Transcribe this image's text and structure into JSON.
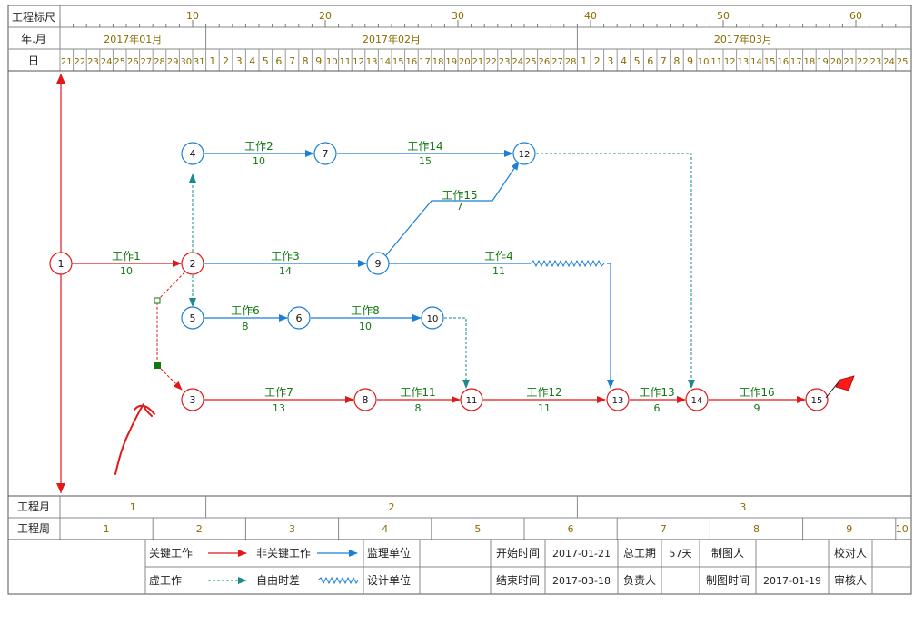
{
  "colors": {
    "critical": "#e01818",
    "noncritical": "#1a7fd6",
    "float": "#1a8a8a",
    "label_green": "#117711",
    "ruler_text": "#8a6d00",
    "grid": "#888888",
    "frame": "#333333"
  },
  "header": {
    "scale_label": "工程标尺",
    "month_label": "年.月",
    "day_label": "日",
    "scale_ticks": [
      "10",
      "20",
      "30",
      "40",
      "50",
      "60"
    ],
    "months": [
      "2017年01月",
      "2017年02月",
      "2017年03月"
    ],
    "days_jan": [
      "21",
      "22",
      "23",
      "24",
      "25",
      "26",
      "27",
      "28",
      "29",
      "30",
      "31"
    ],
    "days_feb": [
      "1",
      "2",
      "3",
      "4",
      "5",
      "6",
      "7",
      "8",
      "9",
      "10",
      "11",
      "12",
      "13",
      "14",
      "15",
      "16",
      "17",
      "18",
      "19",
      "20",
      "21",
      "22",
      "23",
      "24",
      "25",
      "26",
      "27",
      "28"
    ],
    "days_mar": [
      "1",
      "2",
      "3",
      "4",
      "5",
      "6",
      "7",
      "8",
      "9",
      "10",
      "11",
      "12",
      "13",
      "14",
      "15",
      "16",
      "17",
      "18",
      "19",
      "20",
      "21",
      "22",
      "23",
      "24",
      "25"
    ]
  },
  "network": {
    "nodes": [
      {
        "id": "1",
        "critical": true
      },
      {
        "id": "2",
        "critical": true
      },
      {
        "id": "3",
        "critical": true
      },
      {
        "id": "4",
        "critical": false
      },
      {
        "id": "5",
        "critical": false
      },
      {
        "id": "6",
        "critical": false
      },
      {
        "id": "7",
        "critical": false
      },
      {
        "id": "8",
        "critical": true
      },
      {
        "id": "9",
        "critical": false
      },
      {
        "id": "10",
        "critical": false
      },
      {
        "id": "11",
        "critical": true
      },
      {
        "id": "12",
        "critical": false
      },
      {
        "id": "13",
        "critical": true
      },
      {
        "id": "14",
        "critical": true
      },
      {
        "id": "15",
        "critical": true
      }
    ],
    "activities": [
      {
        "name": "工作1",
        "duration": "10",
        "from": "1",
        "to": "2",
        "critical": true
      },
      {
        "name": "工作2",
        "duration": "10",
        "from": "4",
        "to": "7",
        "critical": false
      },
      {
        "name": "工作3",
        "duration": "14",
        "from": "2",
        "to": "9",
        "critical": false
      },
      {
        "name": "工作4",
        "duration": "11",
        "from": "9",
        "to": "13",
        "critical": false
      },
      {
        "name": "工作6",
        "duration": "8",
        "from": "5",
        "to": "6",
        "critical": false
      },
      {
        "name": "工作7",
        "duration": "13",
        "from": "3",
        "to": "8",
        "critical": true
      },
      {
        "name": "工作8",
        "duration": "10",
        "from": "6",
        "to": "10",
        "critical": false
      },
      {
        "name": "工作11",
        "duration": "8",
        "from": "8",
        "to": "11",
        "critical": true
      },
      {
        "name": "工作12",
        "duration": "11",
        "from": "11",
        "to": "13",
        "critical": true
      },
      {
        "name": "工作13",
        "duration": "6",
        "from": "13",
        "to": "14",
        "critical": true
      },
      {
        "name": "工作14",
        "duration": "15",
        "from": "7",
        "to": "12",
        "critical": false
      },
      {
        "name": "工作15",
        "duration": "7",
        "from": "9",
        "to": "12",
        "critical": false
      },
      {
        "name": "工作16",
        "duration": "9",
        "from": "14",
        "to": "15",
        "critical": true
      }
    ]
  },
  "footer": {
    "project_month_label": "工程月",
    "project_months": [
      "1",
      "2",
      "3"
    ],
    "project_week_label": "工程周",
    "project_weeks": [
      "1",
      "2",
      "3",
      "4",
      "5",
      "6",
      "7",
      "8",
      "9",
      "10"
    ]
  },
  "legend": {
    "critical_work": "关键工作",
    "noncritical_work": "非关键工作",
    "virtual_work": "虚工作",
    "free_float": "自由时差",
    "supervision_unit": "监理单位",
    "design_unit": "设计单位",
    "start_time_label": "开始时间",
    "start_time": "2017-01-21",
    "end_time_label": "结束时间",
    "end_time": "2017-03-18",
    "total_duration_label": "总工期",
    "total_duration": "57天",
    "manager_label": "负责人",
    "drafter_label": "制图人",
    "draw_time_label": "制图时间",
    "draw_time": "2017-01-19",
    "checker_label": "校对人",
    "reviewer_label": "审核人"
  }
}
